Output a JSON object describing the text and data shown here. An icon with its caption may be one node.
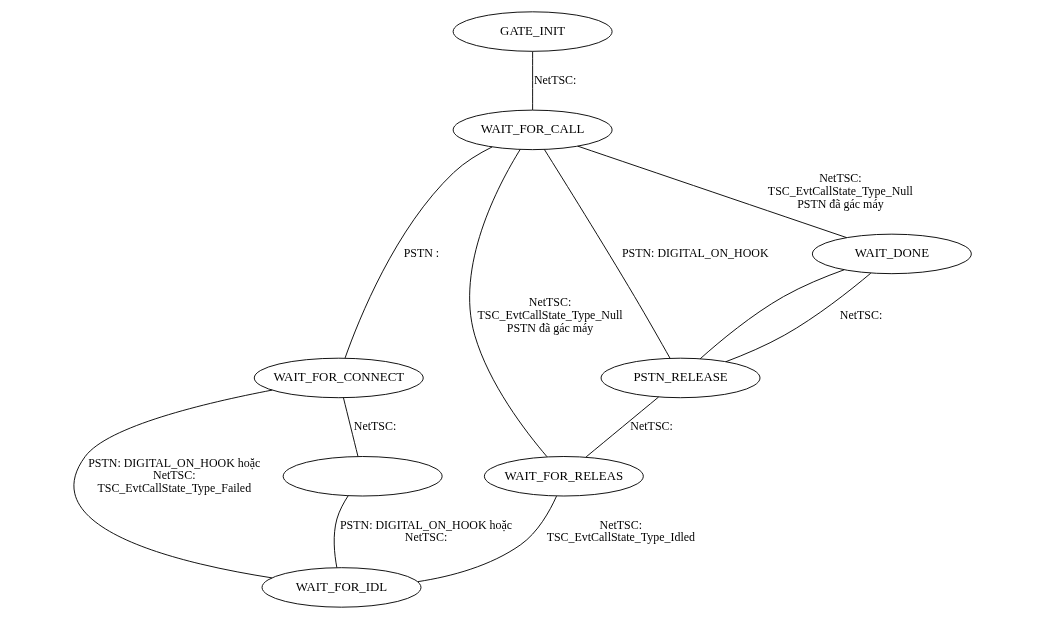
{
  "diagram": {
    "nodes": [
      {
        "text": [
          "GATE_INIT"
        ]
      },
      {
        "text": [
          "WAIT_FOR_CALL"
        ]
      },
      {
        "text": [
          "WAIT_DONE"
        ]
      },
      {
        "text": [
          "WAIT_FOR_CONNECT"
        ]
      },
      {
        "text": [
          "PSTN_RELEASE"
        ]
      },
      {
        "text": [],
        "shape": "ellipse"
      },
      {
        "text": [
          "WAIT_FOR_RELEAS"
        ]
      },
      {
        "text": [
          "WAIT_FOR_IDL"
        ]
      }
    ],
    "edges": [
      {
        "from": 0,
        "to": 1,
        "arrow": "none",
        "label": "NetTSC:"
      },
      {
        "from": 1,
        "to": 2,
        "arrow": "none",
        "label": "NetTSC: TSC_EvtCallState_Type_Null PSTN đã gác máy"
      },
      {
        "from": 1,
        "to": 3,
        "arrow": "none",
        "label": "PSTN :"
      },
      {
        "from": 1,
        "to": 4,
        "arrow": "none",
        "label": "PSTN: DIGITAL_ON_HOOK"
      },
      {
        "from": 2,
        "to": 4,
        "arrow": "none"
      },
      {
        "from": 2,
        "to": 4,
        "arrow": "none",
        "label": "NetTSC:"
      },
      {
        "from": 1,
        "to": 6,
        "arrow": "none",
        "label": "NetTSC: TSC_EvtCallState_Type_Null PSTN đã gác máy"
      },
      {
        "from": 3,
        "to": 5,
        "arrow": "none",
        "label": "NetTSC:"
      },
      {
        "from": 3,
        "to": 7,
        "arrow": "none",
        "label": "PSTN: DIGITAL_ON_HOOK hoặc NetTSC: TSC_EvtCallState_Type_Failed"
      },
      {
        "from": 4,
        "to": 6,
        "arrow": "none",
        "label": "NetTSC:"
      },
      {
        "from": 5,
        "to": 7,
        "arrow": "none",
        "label": "PSTN: DIGITAL_ON_HOOK hoặc NetTSC:"
      },
      {
        "from": 6,
        "to": 7,
        "arrow": "none",
        "label": "NetTSC: TSC_EvtCallState_Type_Idled"
      }
    ]
  }
}
